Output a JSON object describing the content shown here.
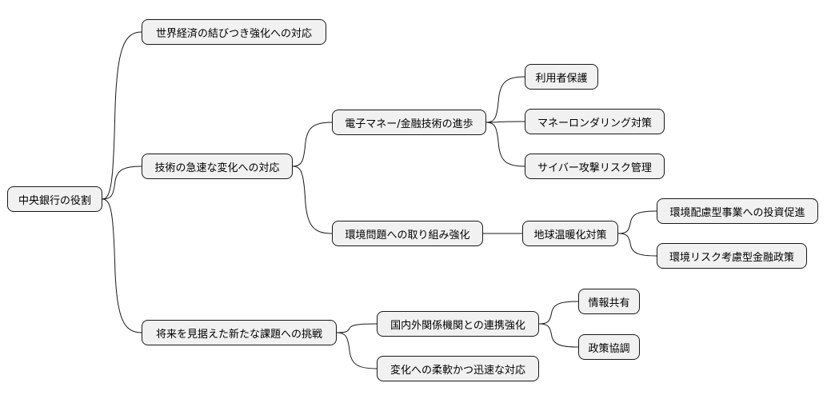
{
  "mindmap": {
    "root": "中央銀行の役割",
    "branch_1": {
      "label": "世界経済の結びつき強化への対応"
    },
    "branch_2": {
      "label": "技術の急速な変化への対応",
      "child_1": {
        "label": "電子マネー/金融技術の進歩",
        "leaves": [
          "利用者保護",
          "マネーロンダリング対策",
          "サイバー攻撃リスク管理"
        ]
      },
      "child_2": {
        "label": "環境問題への取り組み強化",
        "sub": {
          "label": "地球温暖化対策",
          "leaves": [
            "環境配慮型事業への投資促進",
            "環境リスク考慮型金融政策"
          ]
        }
      }
    },
    "branch_3": {
      "label": "将来を見据えた新たな課題への挑戦",
      "child_1": {
        "label": "国内外関係機関との連携強化",
        "leaves": [
          "情報共有",
          "政策協調"
        ]
      },
      "child_2": {
        "label": "変化への柔軟かつ迅速な対応"
      }
    }
  }
}
